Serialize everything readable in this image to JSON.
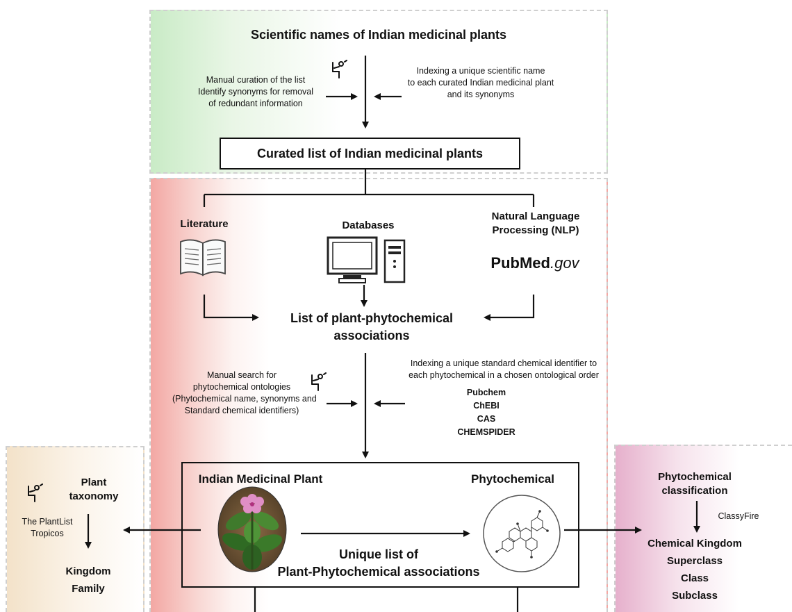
{
  "top": {
    "title": "Scientific names of Indian medicinal plants",
    "curation_note": [
      "Manual curation of the list",
      "Identify synonyms for removal",
      "of redundant information"
    ],
    "indexing_note": [
      "Indexing a unique scientific name",
      "to each curated Indian medicinal plant",
      "and its synonyms"
    ],
    "curated_list": "Curated list of Indian medicinal plants"
  },
  "sources": {
    "literature": "Literature",
    "databases": "Databases",
    "nlp": [
      "Natural Language",
      "Processing (NLP)"
    ],
    "pubmed_bold": "PubMed",
    "pubmed_suffix": ".gov"
  },
  "associations": {
    "title": [
      "List of plant-phytochemical",
      "associations"
    ],
    "manual_search": [
      "Manual search for",
      "phytochemical ontologies",
      "(Phytochemical name, synonyms and",
      "Standard chemical identifiers)"
    ],
    "indexing_chem": [
      "Indexing a unique standard chemical identifier to",
      "each phytochemical in a chosen ontological  order"
    ],
    "identifiers": [
      "Pubchem",
      "ChEBI",
      "CAS",
      "CHEMSPIDER"
    ]
  },
  "bottom": {
    "plant": "Indian Medicinal Plant",
    "phytochemical": "Phytochemical",
    "unique_list": [
      "Unique list of",
      "Plant-Phytochemical associations"
    ]
  },
  "taxonomy": {
    "title": [
      "Plant",
      "taxonomy"
    ],
    "sources": [
      "The PlantList",
      "Tropicos"
    ],
    "levels": [
      "Kingdom",
      "Family"
    ]
  },
  "classification": {
    "title": [
      "Phytochemical",
      "classification"
    ],
    "tool": "ClassyFire",
    "levels": [
      "Chemical Kingdom",
      "Superclass",
      "Class",
      "Subclass"
    ]
  },
  "colors": {
    "green_tint": "#cfeccc",
    "red_tint": "#f2a9a6",
    "beige_tint": "#f3e3cc",
    "pink_tint": "#e7b4cf",
    "dashed_border": "#cfcfcf"
  },
  "icons": [
    "person-writing-icon",
    "book-icon",
    "computer-icon",
    "arrow-icon",
    "plant-photo",
    "molecule-icon"
  ]
}
